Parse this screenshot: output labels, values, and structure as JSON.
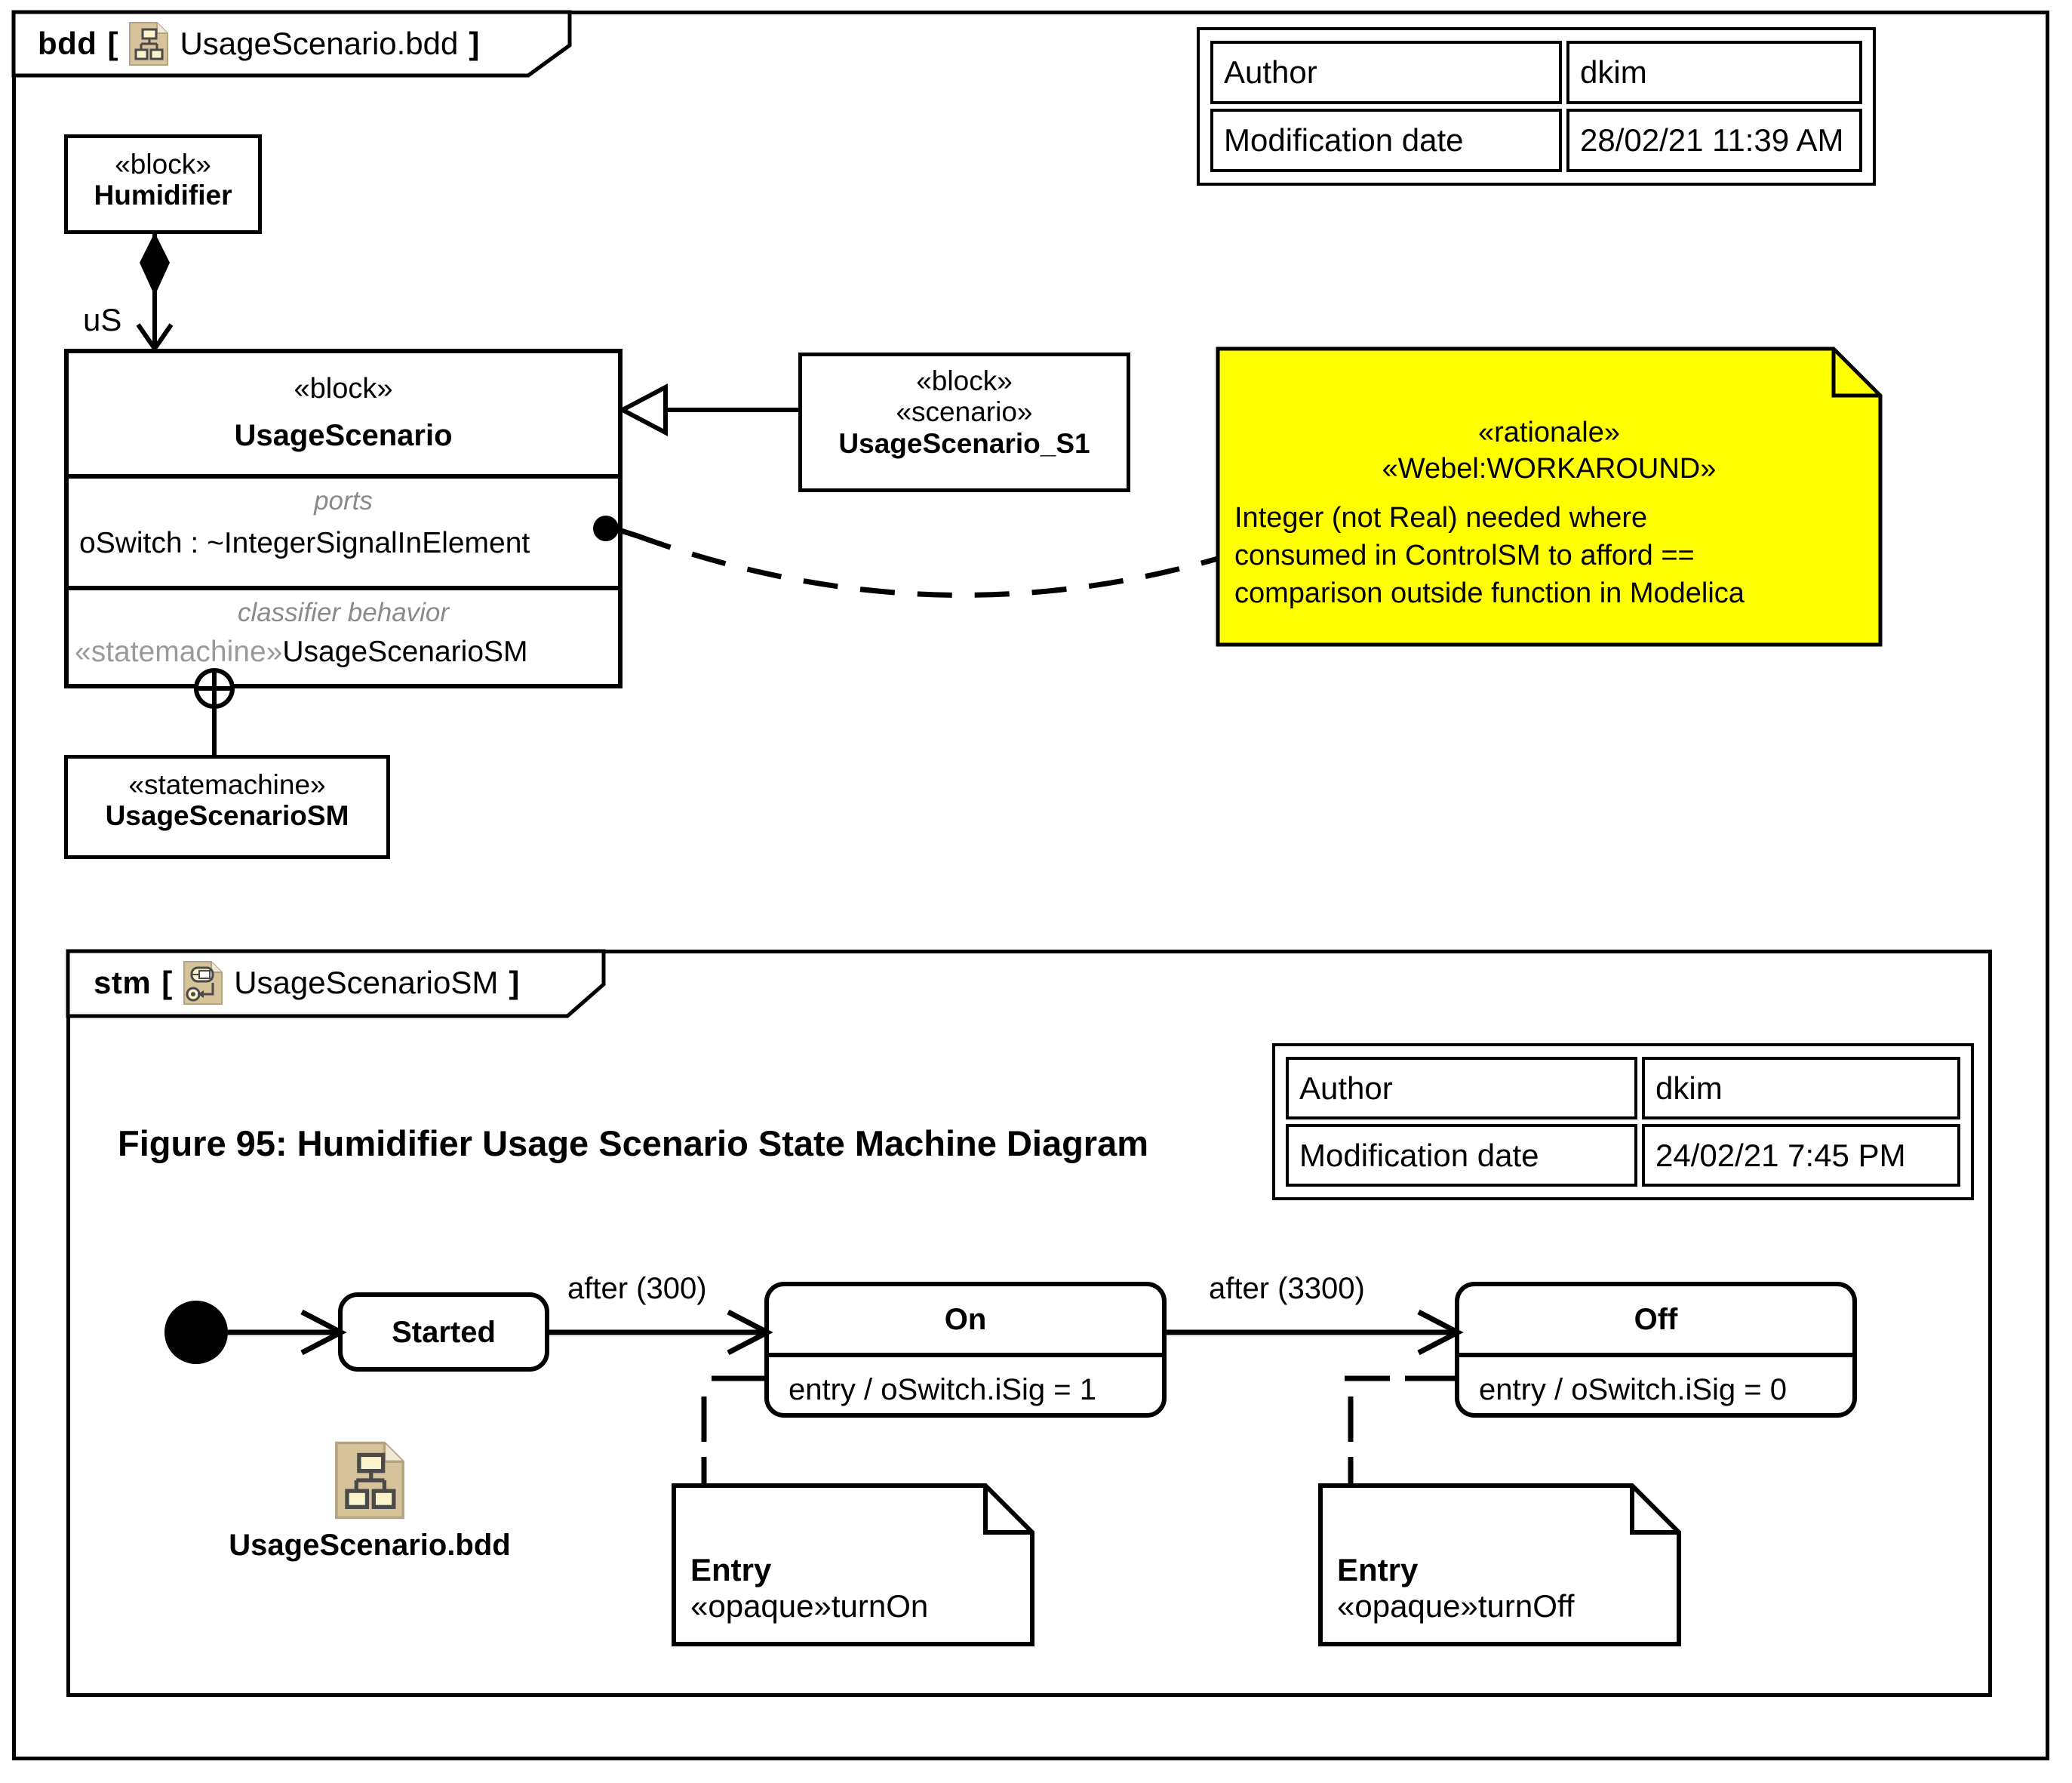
{
  "diagram": {
    "type": "sysml-bdd-and-stm",
    "bdd_frame": {
      "kind": "bdd",
      "bracket_open": "[",
      "bracket_close": "]",
      "name": "UsageScenario.bdd",
      "icon": "bdd-file-icon"
    },
    "stm_frame": {
      "kind": "stm",
      "bracket_open": "[",
      "bracket_close": "]",
      "name": "UsageScenarioSM",
      "icon": "stm-file-icon"
    }
  },
  "bdd": {
    "meta": {
      "rows": [
        {
          "label": "Author",
          "value": "dkim"
        },
        {
          "label": "Modification date",
          "value": "28/02/21 11:39 AM"
        }
      ]
    },
    "humidifier": {
      "stereotype": "«block»",
      "name": "Humidifier"
    },
    "usage_scenario": {
      "stereotype": "«block»",
      "name": "UsageScenario",
      "compartments": [
        {
          "label": "ports",
          "text": "oSwitch : ~IntegerSignalInElement"
        },
        {
          "label": "classifier behavior",
          "stereotype": "«statemachine»",
          "text": "UsageScenarioSM"
        }
      ]
    },
    "usage_scenario_s1": {
      "stereotype_1": "«block»",
      "stereotype_2": "«scenario»",
      "name": "UsageScenario_S1"
    },
    "statemachine_block": {
      "stereotype": "«statemachine»",
      "name": "UsageScenarioSM"
    },
    "association": {
      "end_label": "uS"
    },
    "rationale_note": {
      "stereotype_1": "«rationale»",
      "stereotype_2": "«Webel:WORKAROUND»",
      "lines": [
        "Integer (not Real) needed where",
        "consumed in ControlSM to afford ==",
        "comparison outside function in Modelica"
      ],
      "fill": "#FFFF00"
    }
  },
  "stm": {
    "meta": {
      "rows": [
        {
          "label": "Author",
          "value": "dkim"
        },
        {
          "label": "Modification date",
          "value": "24/02/21 7:45 PM"
        }
      ]
    },
    "caption": "Figure 95: Humidifier Usage Scenario State Machine Diagram",
    "bdd_ref": {
      "label": "UsageScenario.bdd",
      "icon": "bdd-file-icon"
    },
    "initial_node": "initial-pseudostate",
    "states": [
      {
        "id": "started",
        "name": "Started",
        "body": ""
      },
      {
        "id": "on",
        "name": "On",
        "body": "entry / oSwitch.iSig = 1"
      },
      {
        "id": "off",
        "name": "Off",
        "body": "entry / oSwitch.iSig = 0"
      }
    ],
    "transitions": [
      {
        "from": "initial",
        "to": "started",
        "label": ""
      },
      {
        "from": "started",
        "to": "on",
        "label": "after (300)"
      },
      {
        "from": "on",
        "to": "off",
        "label": "after (3300)"
      }
    ],
    "entry_notes": [
      {
        "title": "Entry",
        "stereotype": "«opaque»",
        "behavior": "turnOn"
      },
      {
        "title": "Entry",
        "stereotype": "«opaque»",
        "behavior": "turnOff"
      }
    ]
  },
  "colors": {
    "note_yellow": "#FFFF00",
    "icon_tan": "#D6C39A",
    "icon_cream": "#FAF3CC",
    "icon_outline": "#4a4a4a",
    "stroke": "#000000",
    "grey_text": "#9a9a9a"
  }
}
